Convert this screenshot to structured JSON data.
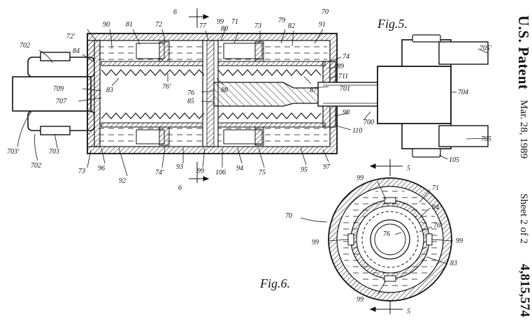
{
  "header": {
    "patent": "U.S. Patent",
    "date": "Mar. 28, 1989",
    "sheet": "Sheet 2 of 2",
    "number": "4,815,574"
  },
  "figures": {
    "fig5_label": "Fig.5.",
    "fig6_label": "Fig.6."
  },
  "fig5_refs": {
    "r70": "70",
    "r702a": "702",
    "r702b": "702",
    "r72p": "72'",
    "r90": "90",
    "r81": "81",
    "r72": "72",
    "r77": "77",
    "r99a": "99",
    "r80": "80",
    "r71": "71",
    "r73a": "73",
    "r79": "79",
    "r82": "82",
    "r91": "91",
    "r74": "74",
    "r89": "89",
    "r711": "711",
    "r84": "84",
    "r83": "83",
    "r76p": "76'",
    "r88": "88",
    "r87": "87",
    "r701": "701",
    "r709": "709",
    "r707": "707",
    "r76": "76",
    "r85": "85",
    "r98": "98",
    "r700": "700",
    "r110": "110",
    "r704": "704",
    "r705p": "705'",
    "r705": "705",
    "r105": "105",
    "r703p": "703'",
    "r703": "703",
    "r73b": "73",
    "r96": "96",
    "r92": "92",
    "r74p": "74'",
    "r93": "93",
    "r99b": "99",
    "r106": "106",
    "r94": "94",
    "r75": "75",
    "r95": "95",
    "r97": "97",
    "r6a": "6",
    "r6b": "6",
    "r5a": "5",
    "r5b": "5"
  },
  "fig6_refs": {
    "r70": "70",
    "r71": "71",
    "r94": "94",
    "r76p": "76'",
    "r99top": "99",
    "r99left": "99",
    "r99right": "99",
    "r99bottom": "99",
    "r76": "76",
    "r83": "83"
  }
}
